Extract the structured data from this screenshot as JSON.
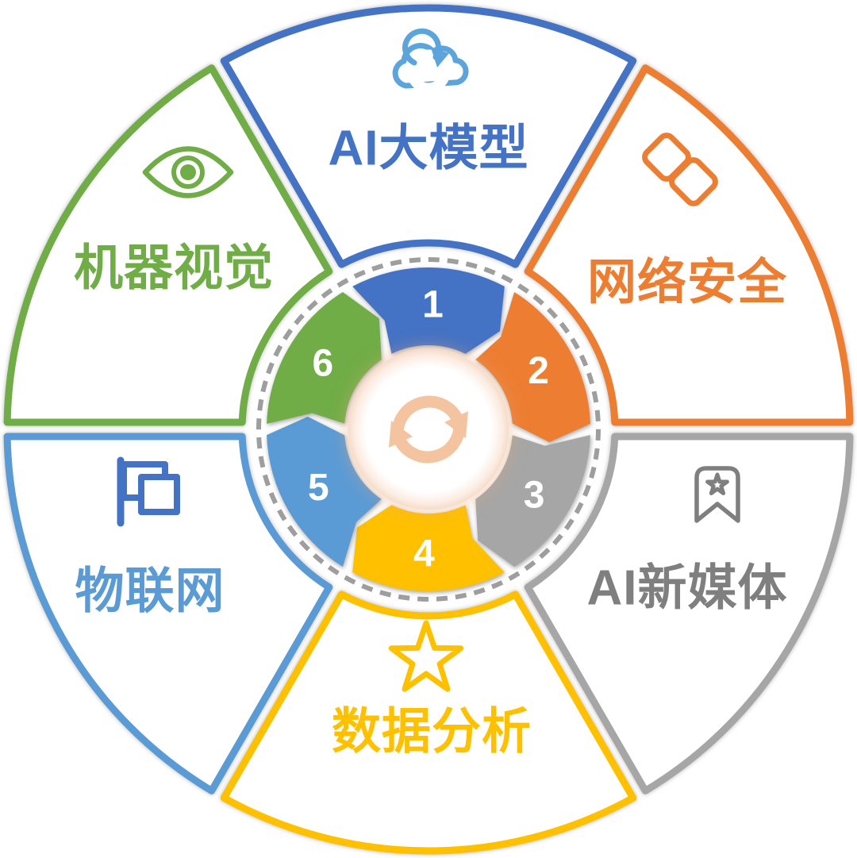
{
  "diagram": {
    "type": "cycle-wheel",
    "segments": [
      {
        "number": "1",
        "label": "AI大模型",
        "color": "#4472C4",
        "text_color": "#4472C4",
        "icon": "cloud-sync-icon",
        "icon_color": "#5CA5DC"
      },
      {
        "number": "2",
        "label": "网络安全",
        "color": "#ED7D31",
        "text_color": "#ED7D31",
        "icon": "overlapping-diamonds-icon",
        "icon_color": "#ED7D31"
      },
      {
        "number": "3",
        "label": "AI新媒体",
        "color": "#A6A6A6",
        "text_color": "#7F7F7F",
        "icon": "bookmark-star-icon",
        "icon_color": "#7F7F7F"
      },
      {
        "number": "4",
        "label": "数据分析",
        "color": "#FFC000",
        "text_color": "#FFC000",
        "icon": "star-icon",
        "icon_color": "#FFC000"
      },
      {
        "number": "5",
        "label": "物联网",
        "color": "#5B9BD5",
        "text_color": "#5B9BD5",
        "icon": "flags-icon",
        "icon_color": "#4472C4"
      },
      {
        "number": "6",
        "label": "机器视觉",
        "color": "#70AD47",
        "text_color": "#70AD47",
        "icon": "eye-icon",
        "icon_color": "#70AD47"
      }
    ],
    "colors": {
      "dashed_ring": "#9E9E9E",
      "center_arrow": "#F4C3A0",
      "number_text": "#FFFFFF",
      "wedge_fill": "#FFFFFF",
      "background": "#FFFFFF"
    }
  }
}
